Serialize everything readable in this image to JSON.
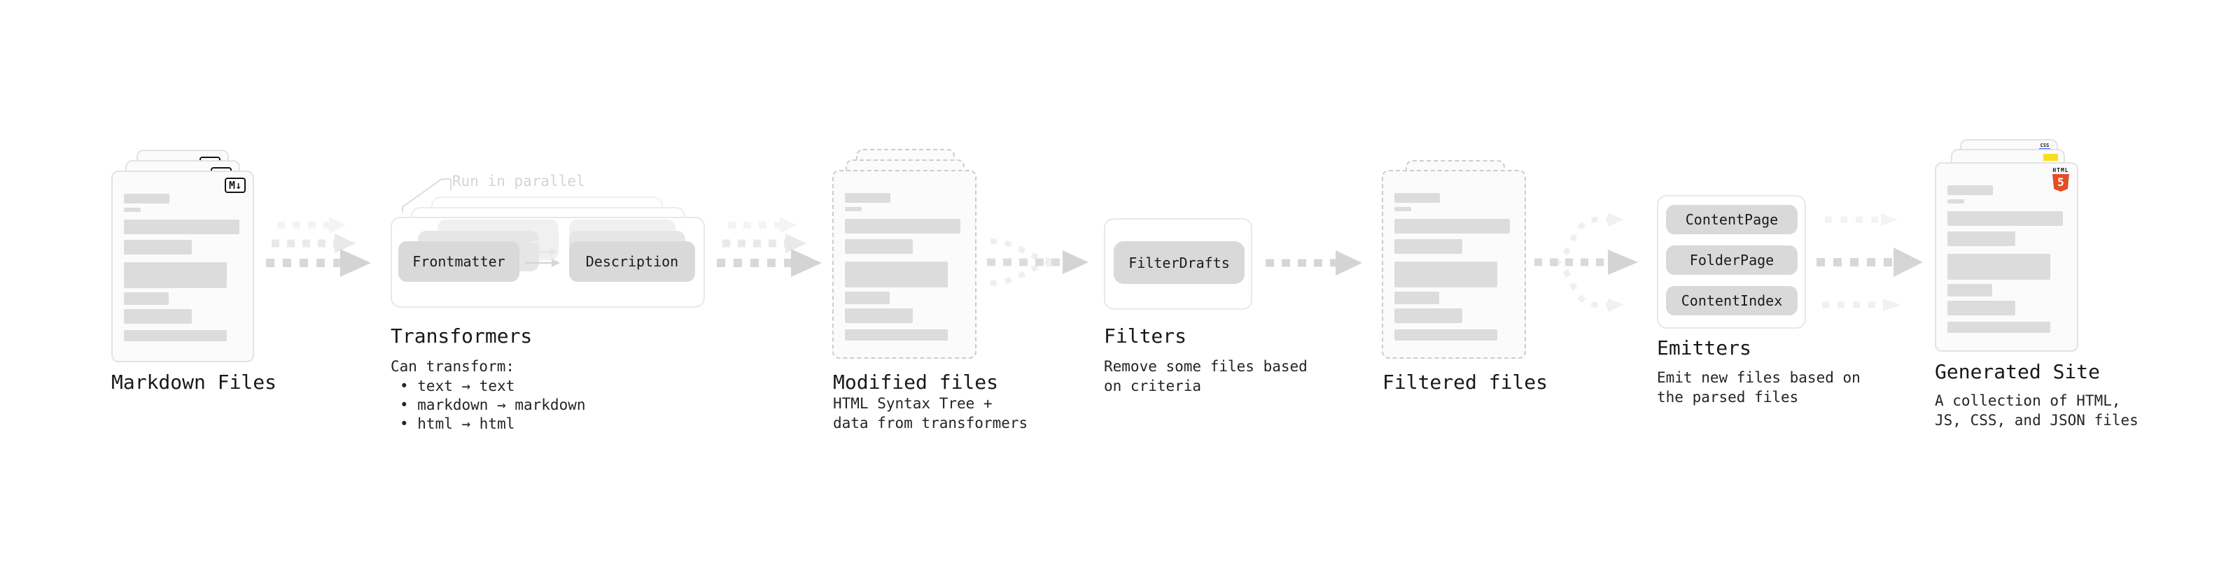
{
  "sections": {
    "markdown_files": {
      "label": "Markdown Files",
      "file_badge": "M↓"
    },
    "transformers": {
      "label": "Transformers",
      "annotation": "Run in parallel",
      "pills": [
        "Frontmatter",
        "Description"
      ],
      "note_title": "Can transform:",
      "bullets": [
        "• text → text",
        "• markdown → markdown",
        "• html → html"
      ]
    },
    "modified_files": {
      "label": "Modified files",
      "subtitle": [
        "HTML Syntax Tree +",
        "data from transformers"
      ]
    },
    "filters": {
      "label": "Filters",
      "pill": "FilterDrafts",
      "subtitle": [
        "Remove some files based",
        "on criteria"
      ]
    },
    "filtered_files": {
      "label": "Filtered files"
    },
    "emitters": {
      "label": "Emitters",
      "pills": [
        "ContentPage",
        "FolderPage",
        "ContentIndex"
      ],
      "subtitle": [
        "Emit new files based on",
        "the parsed files"
      ]
    },
    "generated_site": {
      "label": "Generated Site",
      "subtitle": [
        "A collection of HTML,",
        "JS, CSS, and JSON files"
      ],
      "badges": {
        "html_word": "HTML",
        "html_number": "5",
        "css": "CSS"
      }
    }
  },
  "colors": {
    "background": "#ffffff",
    "card_fill": "#fbfbfb",
    "card_border": "#e3e3e3",
    "dashed_border": "#cdcdcd",
    "pill_fill": "#d9d9d9",
    "placeholder_bar": "#dcdcdc",
    "text": "#1a1b1e",
    "annotation_muted": "#d4d4d4",
    "arrow": "#d8d8d8",
    "html5_orange": "#e44d26",
    "js_yellow": "#f7df1e",
    "css_blue": "#2962ff"
  }
}
